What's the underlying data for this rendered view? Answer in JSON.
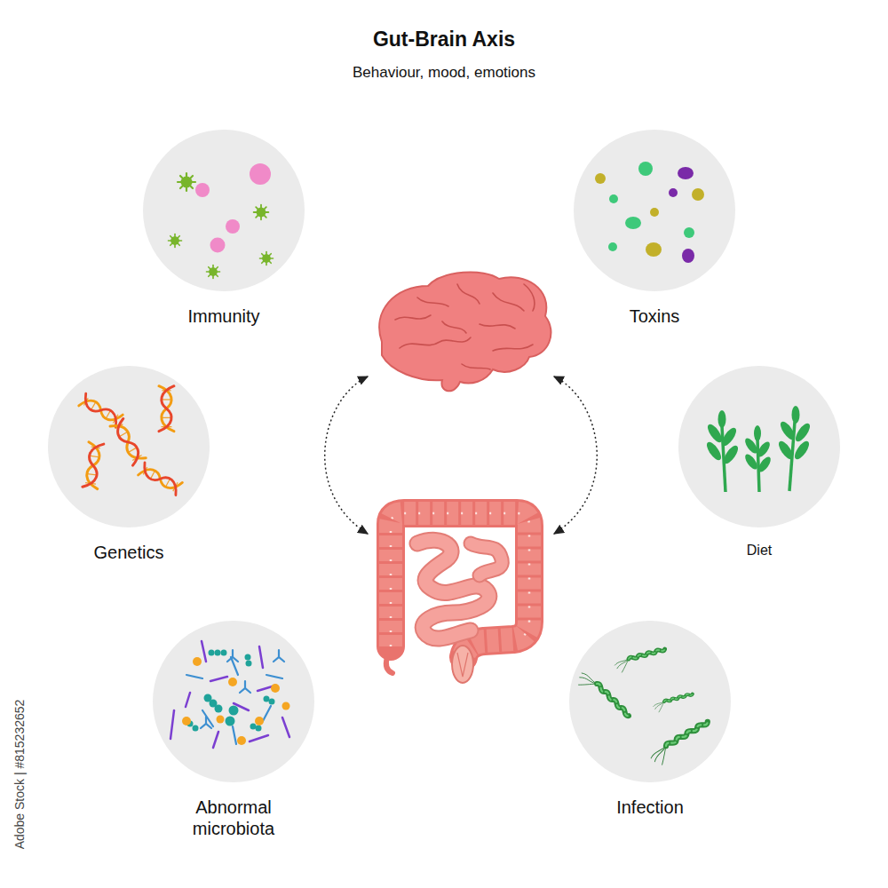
{
  "diagram": {
    "title": "Gut-Brain Axis",
    "nodes": [
      {
        "text": [
          "Immunity"
        ]
      },
      {
        "text": [
          "Toxins"
        ]
      },
      {
        "text": [
          "Genetics"
        ]
      },
      {
        "text": [
          "Diet"
        ]
      },
      {
        "text": [
          "Abnormal microbiota"
        ]
      },
      {
        "text": [
          "Infection"
        ]
      }
    ],
    "labels": [
      "Behaviour, mood, emotions",
      "Adobe Stock | #815232652"
    ]
  }
}
